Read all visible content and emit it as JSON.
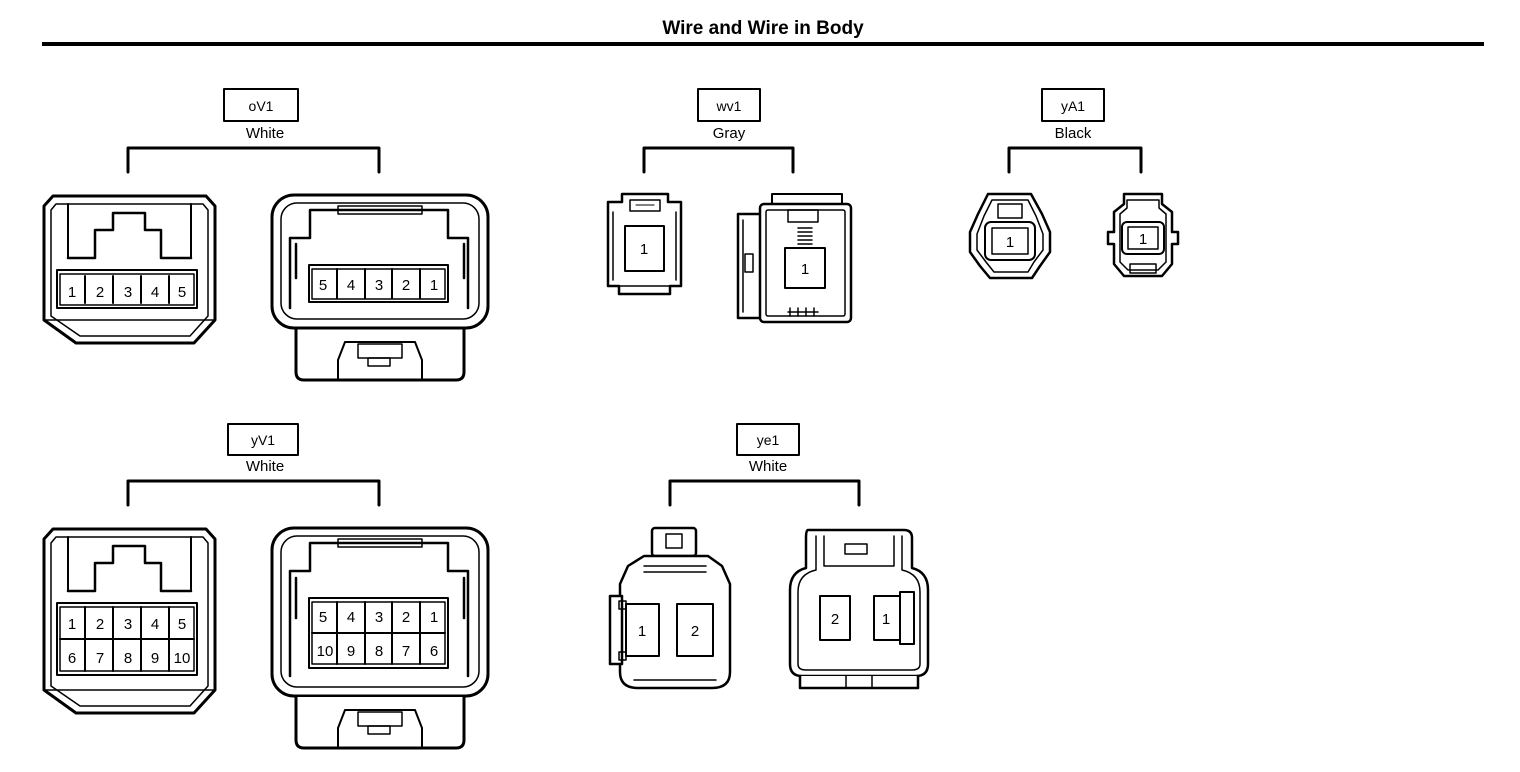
{
  "title": "Wire and Wire in Body",
  "connectors": [
    {
      "code": "oV1",
      "color": "White",
      "female": {
        "rows": [
          [
            "1",
            "2",
            "3",
            "4",
            "5"
          ]
        ]
      },
      "male": {
        "rows": [
          [
            "5",
            "4",
            "3",
            "2",
            "1"
          ]
        ]
      }
    },
    {
      "code": "wv1",
      "color": "Gray",
      "female": {
        "pins": [
          "1"
        ]
      },
      "male": {
        "pins": [
          "1"
        ]
      }
    },
    {
      "code": "yA1",
      "color": "Black",
      "female": {
        "pins": [
          "1"
        ]
      },
      "male": {
        "pins": [
          "1"
        ]
      }
    },
    {
      "code": "yV1",
      "color": "White",
      "female": {
        "rows": [
          [
            "1",
            "2",
            "3",
            "4",
            "5"
          ],
          [
            "6",
            "7",
            "8",
            "9",
            "10"
          ]
        ]
      },
      "male": {
        "rows": [
          [
            "5",
            "4",
            "3",
            "2",
            "1"
          ],
          [
            "10",
            "9",
            "8",
            "7",
            "6"
          ]
        ]
      }
    },
    {
      "code": "ye1",
      "color": "White",
      "female": {
        "pins": [
          "1",
          "2"
        ]
      },
      "male": {
        "pins": [
          "2",
          "1"
        ]
      }
    }
  ]
}
